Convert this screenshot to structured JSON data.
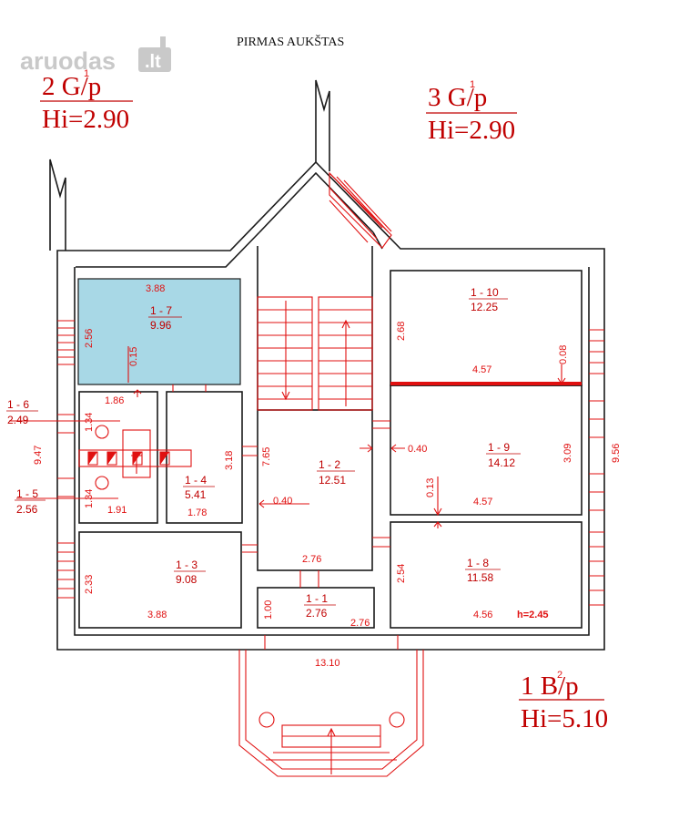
{
  "title": "PIRMAS AUKŠTAS",
  "logo": {
    "text": "aruodas",
    "suffix": ".lt"
  },
  "units": [
    {
      "line1": "2 G/p",
      "sup": "1",
      "line2": "Hi=2.90"
    },
    {
      "line1": "3 G/p",
      "sup": "1",
      "line2": "Hi=2.90"
    },
    {
      "line1": "1 B/p",
      "sup": "2",
      "line2": "Hi=5.10"
    }
  ],
  "rooms": [
    {
      "id": "1 - 7",
      "area": "9.96"
    },
    {
      "id": "1 - 6",
      "area": "2.49"
    },
    {
      "id": "1 - 5",
      "area": "2.56"
    },
    {
      "id": "1 - 4",
      "area": "5.41"
    },
    {
      "id": "1 - 3",
      "area": "9.08"
    },
    {
      "id": "1 - 2",
      "area": "12.51"
    },
    {
      "id": "1 - 1",
      "area": "2.76"
    },
    {
      "id": "1 - 10",
      "area": "12.25"
    },
    {
      "id": "1 - 9",
      "area": "14.12"
    },
    {
      "id": "1 - 8",
      "area": "11.58"
    }
  ],
  "dimensions": {
    "d_3_88_top": "3.88",
    "d_2_56": "2.56",
    "d_0_15": "0.15",
    "d_1_86": "1.86",
    "d_1_34_a": "1.34",
    "d_9_47": "9.47",
    "d_1_34_b": "1.34",
    "d_1_91": "1.91",
    "d_3_18": "3.18",
    "d_1_78": "1.78",
    "d_7_65": "7.65",
    "d_0_40_left": "0.40",
    "d_2_33": "2.33",
    "d_3_88_bottom": "3.88",
    "d_2_76_mid": "2.76",
    "d_1_00": "1.00",
    "d_2_76_right": "2.76",
    "d_13_10": "13.10",
    "d_2_68": "2.68",
    "d_4_57_top": "4.57",
    "d_0_08": "0.08",
    "d_0_40_right": "0.40",
    "d_3_09": "3.09",
    "d_9_56": "9.56",
    "d_0_13": "0.13",
    "d_4_57_mid": "4.57",
    "d_2_54": "2.54",
    "d_4_56": "4.56",
    "d_h_2_45": "h=2.45"
  },
  "colors": {
    "plan_red": "#e01010",
    "room_highlight": "#a8d8e6",
    "wall": "#1a1a1a"
  }
}
